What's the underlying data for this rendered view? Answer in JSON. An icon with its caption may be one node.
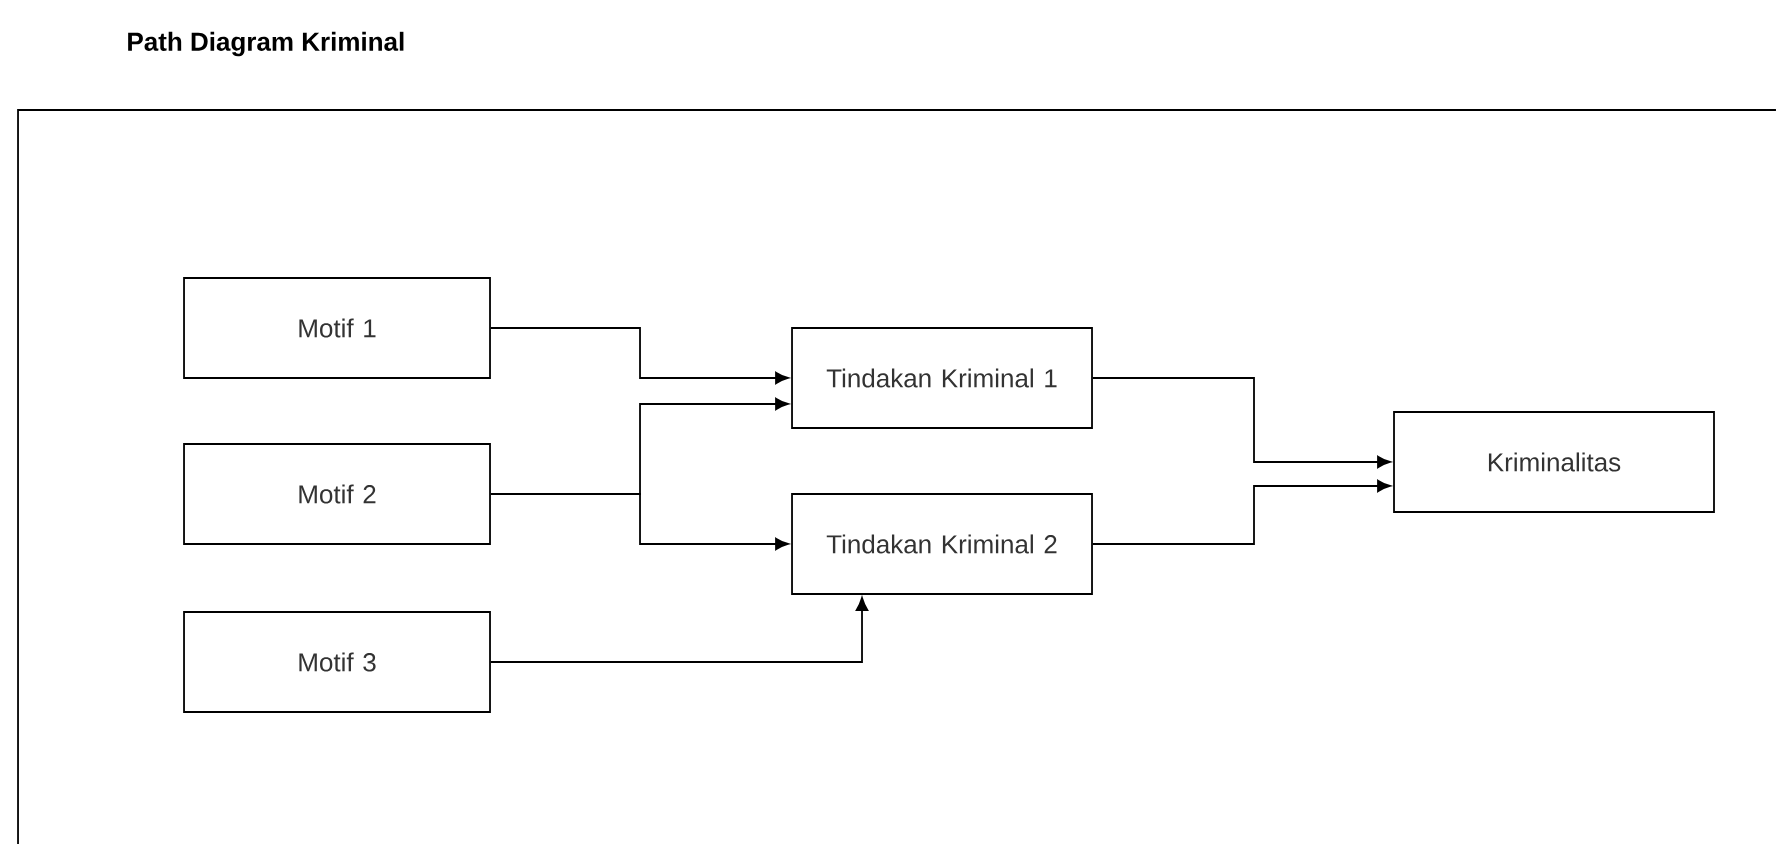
{
  "diagram": {
    "title": "Path Diagram Kriminal",
    "nodes": [
      {
        "text": [
          "Motif 1"
        ]
      },
      {
        "text": [
          "Motif 2"
        ]
      },
      {
        "text": [
          "Motif 3"
        ]
      },
      {
        "text": [
          "Tindakan Kriminal 1"
        ]
      },
      {
        "text": [
          "Tindakan Kriminal 2"
        ]
      },
      {
        "text": [
          "Kriminalitas"
        ]
      }
    ],
    "edges": [
      {
        "from": 0,
        "to": 3,
        "arrow": "to"
      },
      {
        "from": 1,
        "to": 3,
        "arrow": "to"
      },
      {
        "from": 1,
        "to": 4,
        "arrow": "to"
      },
      {
        "from": 2,
        "to": 4,
        "arrow": "to"
      },
      {
        "from": 3,
        "to": 5,
        "arrow": "to"
      },
      {
        "from": 4,
        "to": 5,
        "arrow": "to"
      }
    ]
  }
}
